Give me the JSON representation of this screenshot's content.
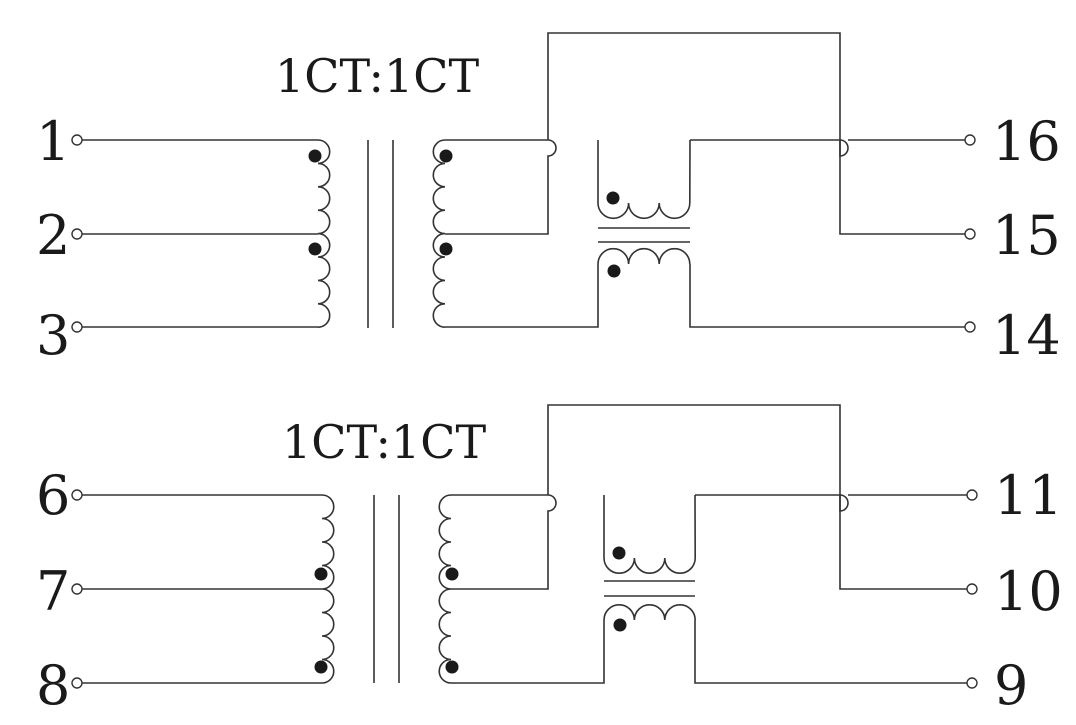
{
  "transformers": [
    {
      "ratio": "1CT:1CT",
      "pins": {
        "primary_top": "1",
        "primary_center": "2",
        "primary_bottom": "3",
        "out_top": "16",
        "out_middle": "15",
        "out_bottom": "14"
      }
    },
    {
      "ratio": "1CT:1CT",
      "pins": {
        "primary_top": "6",
        "primary_center": "7",
        "primary_bottom": "8",
        "out_top": "11",
        "out_middle": "10",
        "out_bottom": "9"
      }
    }
  ],
  "colors": {
    "line": "#333333",
    "dot": "#1a1a1a",
    "background": "#ffffff"
  }
}
